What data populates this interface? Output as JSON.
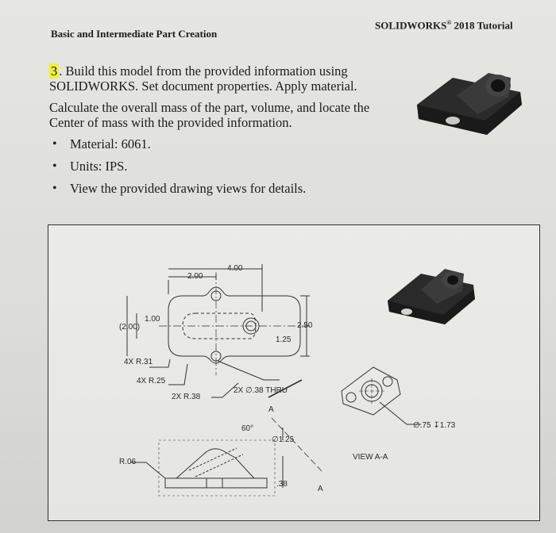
{
  "header": {
    "left": "Basic and Intermediate Part Creation",
    "right_brand": "SOLIDWORKS",
    "right_reg": "®",
    "right_rest": " 2018 Tutorial"
  },
  "problem": {
    "number": "3",
    "line1": ". Build this model from the provided information using SOLIDWORKS. Set document properties. Apply material.",
    "line2": "Calculate the overall mass of the part, volume, and locate the Center of mass with the provided information.",
    "bullets": [
      "Material: 6061.",
      "Units: IPS.",
      "View the provided drawing views for details."
    ]
  },
  "drawing": {
    "dims": {
      "d400": "4.00",
      "d200": "2.00",
      "d100": "1.00",
      "d200ref": "(2.00)",
      "d250": "2.50",
      "d125": "1.25",
      "r31": "4X R.31",
      "r25": "4X R.25",
      "r38": "2X R.38",
      "thru": "2X ∅.38 THRU",
      "a_top": "A",
      "a_bot": "A",
      "angle": "60°",
      "dia125": "∅1.25",
      "r06": "R.06",
      "d38": ".38",
      "cbore": "∅.75 ↧1.73",
      "view_label": "VIEW A-A"
    }
  },
  "colors": {
    "highlight": "#f3ee3a",
    "part_dark": "#2a2a2a",
    "line": "#333333"
  }
}
